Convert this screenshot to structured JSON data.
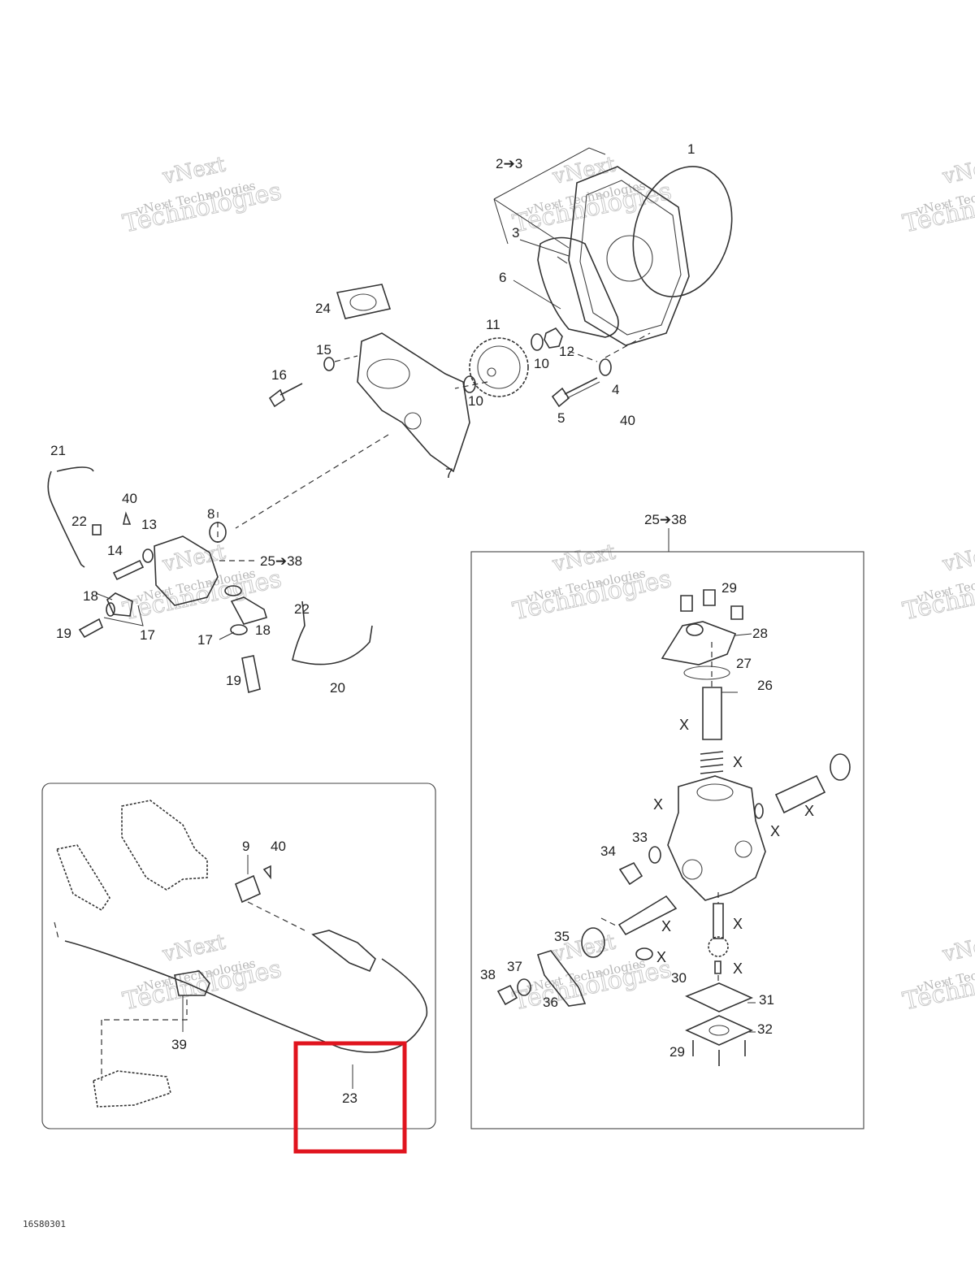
{
  "watermark": {
    "line1": "vNext",
    "line2": "vNext Technologies",
    "line3": "Technologies"
  },
  "callouts": {
    "c1": "1",
    "c2_3": "2➔3",
    "c3": "3",
    "c4": "4",
    "c5": "5",
    "c6": "6",
    "c7": "7",
    "c8": "8",
    "c9": "9",
    "c10a": "10",
    "c10b": "10",
    "c11": "11",
    "c12": "12",
    "c13": "13",
    "c14": "14",
    "c15": "15",
    "c16": "16",
    "c17a": "17",
    "c17b": "17",
    "c18a": "18",
    "c18b": "18",
    "c19a": "19",
    "c19b": "19",
    "c20": "20",
    "c21": "21",
    "c22a": "22",
    "c22b": "22",
    "c23": "23",
    "c24": "24",
    "c25_38a": "25➔38",
    "c25_38b": "25➔38",
    "c26": "26",
    "c27": "27",
    "c28": "28",
    "c29a": "29",
    "c29b": "29",
    "c30": "30",
    "c31": "31",
    "c32": "32",
    "c33": "33",
    "c34": "34",
    "c35": "35",
    "c36": "36",
    "c37": "37",
    "c38": "38",
    "c39": "39",
    "c40a": "40",
    "c40b": "40",
    "c40c": "40"
  },
  "x_mark": "X",
  "figure_code": "16S80301",
  "highlight": {
    "color": "#e0141e",
    "target_callout": "23"
  }
}
